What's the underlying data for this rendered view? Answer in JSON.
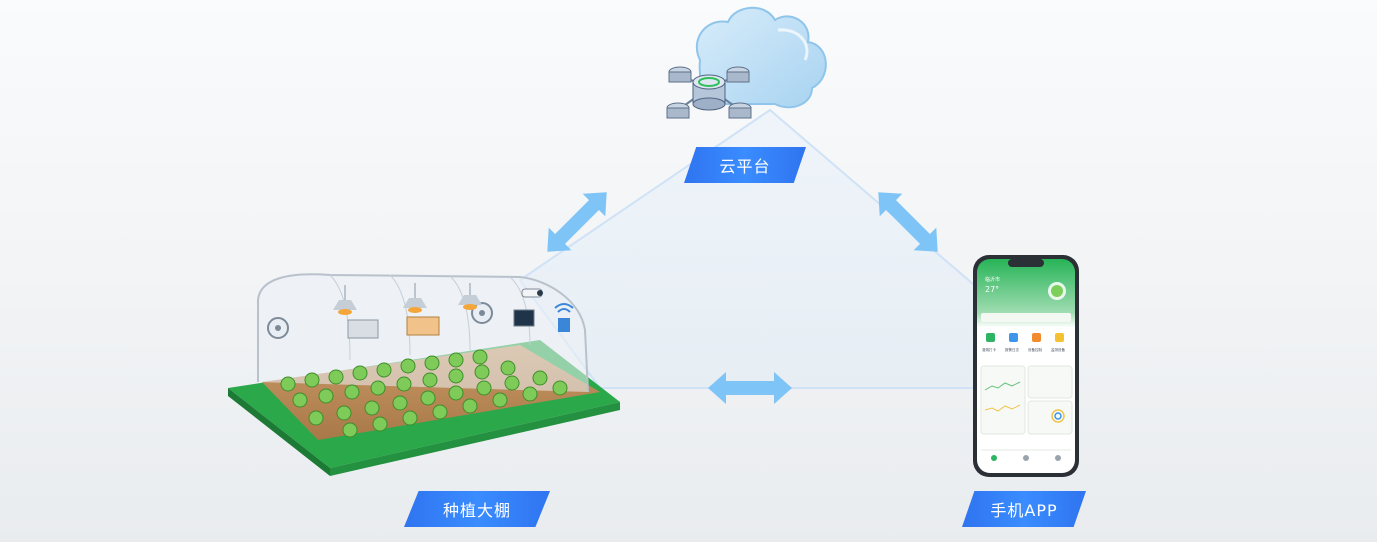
{
  "nodes": {
    "cloud": {
      "label": "云平台"
    },
    "greenhouse": {
      "label": "种植大棚"
    },
    "app": {
      "label": "手机APP"
    }
  },
  "phone": {
    "location": "临沂市",
    "temperature": "27°",
    "quick_actions": [
      "灌溉打卡",
      "报警日志",
      "设备控制",
      "监测设备"
    ]
  },
  "colors": {
    "arrow": "#7fc4f7",
    "label_bg": "#3a7ff5",
    "triangle_line": "#cfe2f6",
    "ground": "#2aa84a",
    "phone_green": "#2db35a"
  }
}
